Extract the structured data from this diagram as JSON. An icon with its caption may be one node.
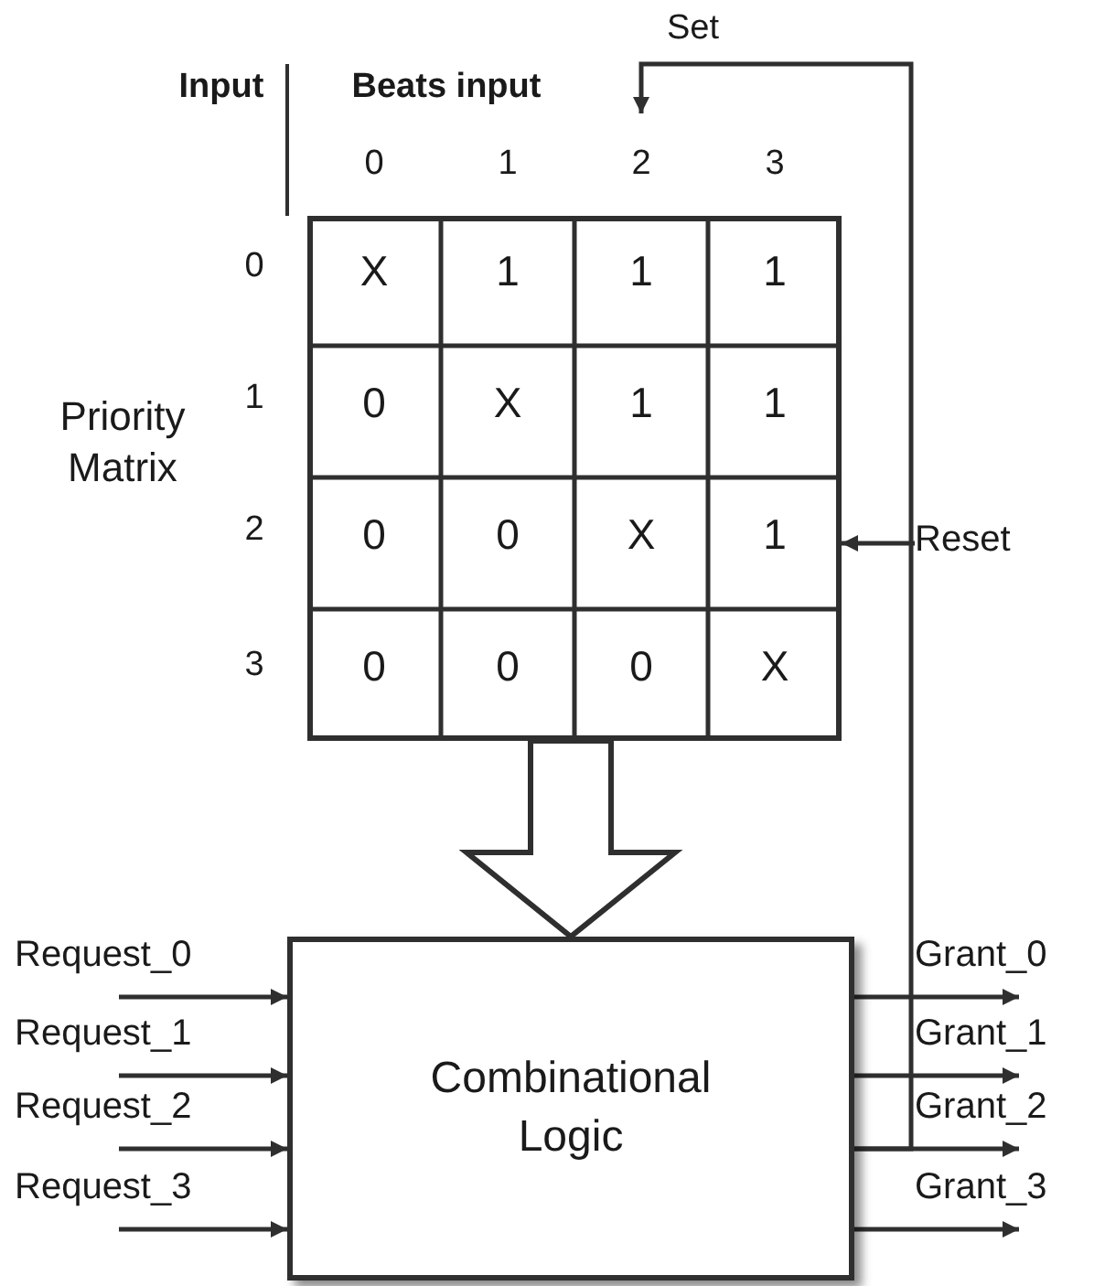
{
  "diagram": {
    "nodes": [
      {
        "text": [],
        "shape": "box"
      },
      {
        "text": [
          "Combinational Logic"
        ]
      },
      {
        "text": [
          "Request_0"
        ]
      },
      {
        "text": [
          "Request_1"
        ]
      },
      {
        "text": [
          "Request_2"
        ]
      },
      {
        "text": [
          "Request_3"
        ]
      },
      {
        "text": [
          "Grant_0"
        ]
      },
      {
        "text": [
          "Grant_1"
        ]
      },
      {
        "text": [
          "Grant_2"
        ]
      },
      {
        "text": [
          "Grant_3"
        ]
      },
      {
        "text": [
          "Reset"
        ]
      }
    ],
    "edges": [
      {
        "from": 2,
        "to": 1,
        "arrow": "to"
      },
      {
        "from": 3,
        "to": 1,
        "arrow": "to"
      },
      {
        "from": 4,
        "to": 1,
        "arrow": "to"
      },
      {
        "from": 5,
        "to": 1,
        "arrow": "to"
      },
      {
        "from": 1,
        "to": 6,
        "arrow": "to"
      },
      {
        "from": 1,
        "to": 7,
        "arrow": "to"
      },
      {
        "from": 1,
        "to": 8,
        "arrow": "to"
      },
      {
        "from": 1,
        "to": 9,
        "arrow": "to"
      },
      {
        "from": 1,
        "to": 0,
        "arrow": "to",
        "label": "Set"
      },
      {
        "from": 10,
        "to": 0,
        "arrow": "to"
      },
      {
        "from": 0,
        "to": 1,
        "arrow": "to",
        "style": "thick"
      }
    ],
    "labels": [
      "Input",
      "Beats input",
      "0",
      "1",
      "2",
      "3",
      "0",
      "X",
      "1",
      "1",
      "1",
      "1",
      "0",
      "X",
      "1",
      "1",
      "Priority Matrix",
      "2",
      "0",
      "0",
      "X",
      "1",
      "3",
      "0",
      "0",
      "0",
      "X"
    ]
  }
}
